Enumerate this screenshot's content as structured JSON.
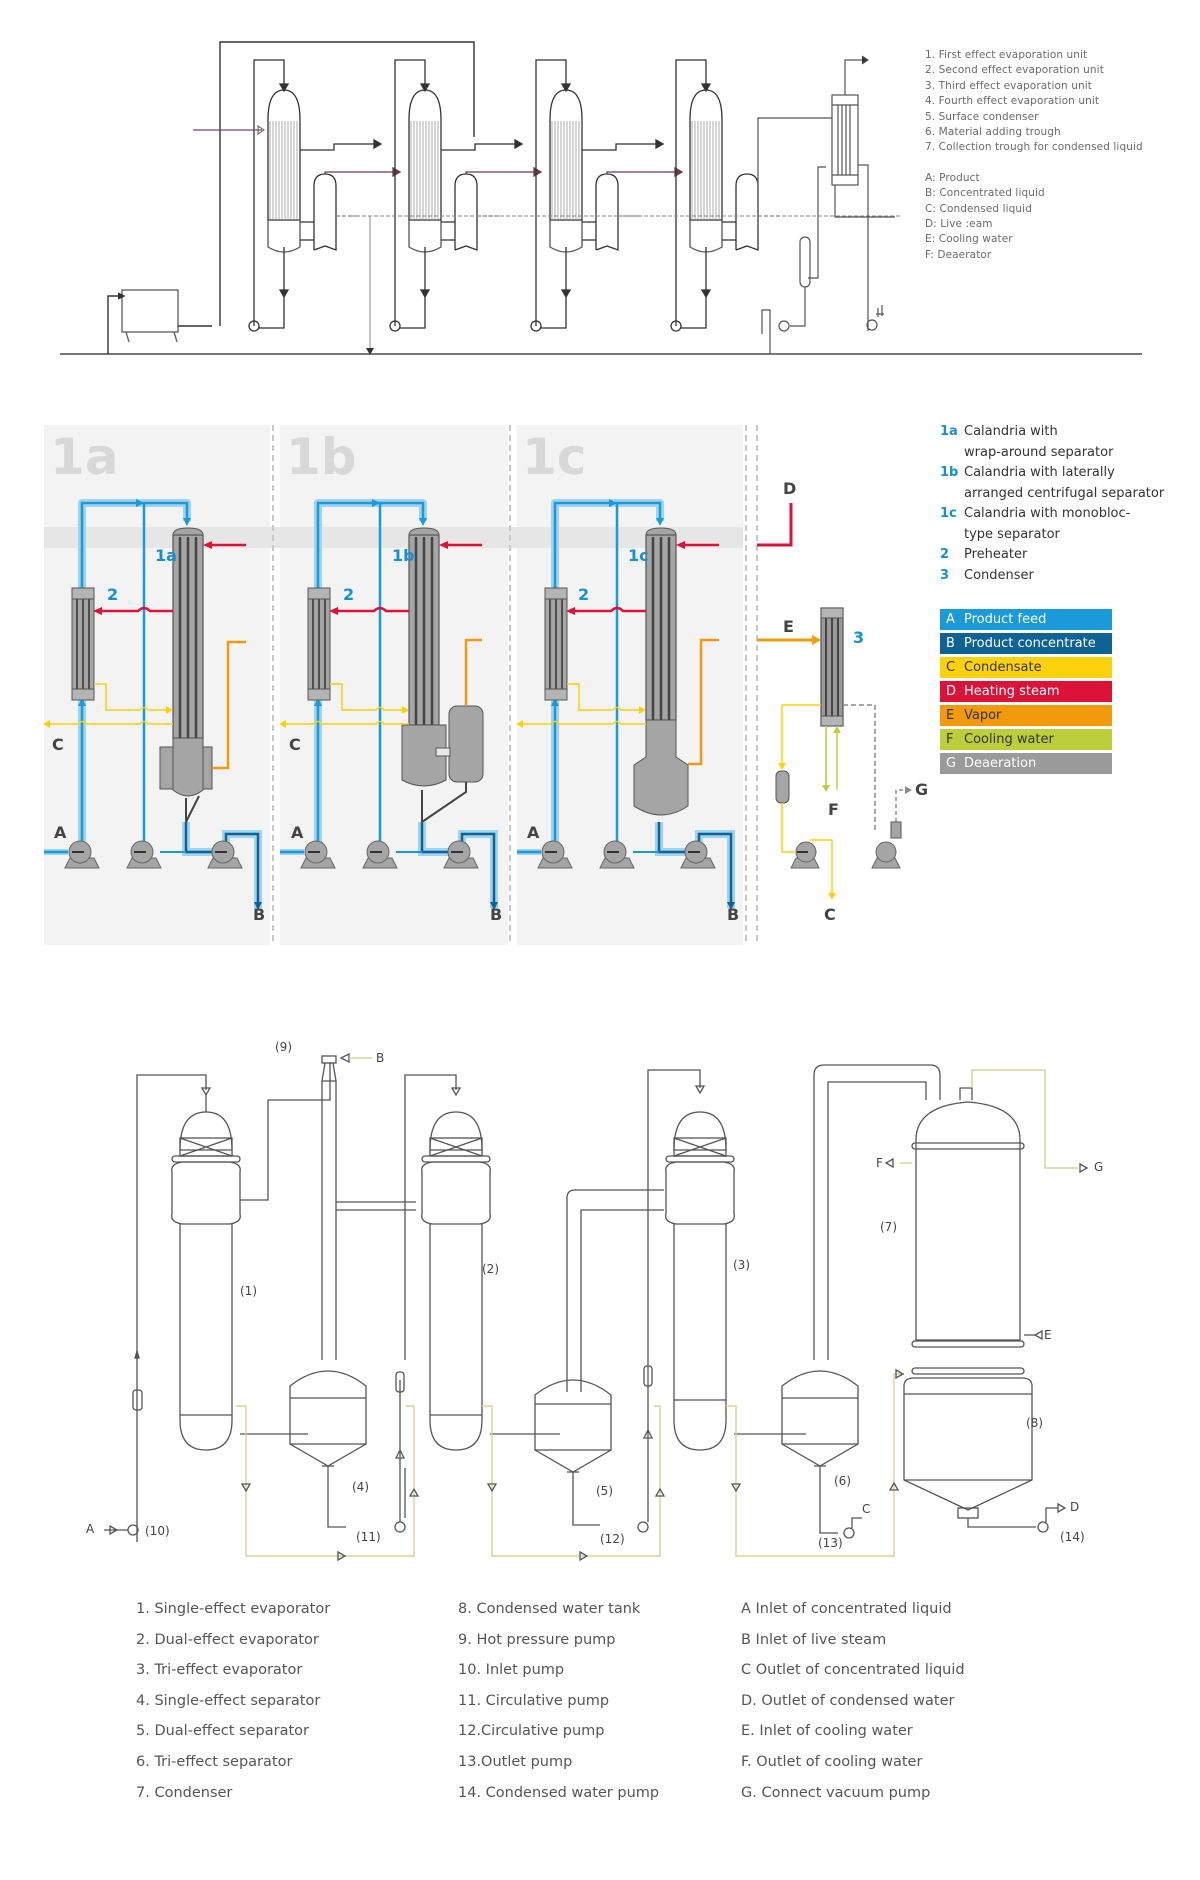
{
  "top_diagram": {
    "legend_units": [
      "1. First effect evaporation unit",
      "2. Second effect evaporation unit",
      "3. Third effect evaporation unit",
      "4. Fourth effect evaporation unit",
      "5. Surface condenser",
      "6. Material adding trough",
      "7. Collection trough for condensed liquid"
    ],
    "legend_streams": [
      "A: Product",
      "B: Concentrated liquid",
      "C: Condensed liquid",
      "D: Live :eam",
      "E: Cooling water",
      "F: Deaerator"
    ]
  },
  "middle_diagram": {
    "panels": [
      {
        "big_label": "1a",
        "unit_label": "1a",
        "preheater_label": "2",
        "feed_label": "A",
        "concentrate_label": "B",
        "condensate_label": "C"
      },
      {
        "big_label": "1b",
        "unit_label": "1b",
        "preheater_label": "2",
        "feed_label": "A",
        "concentrate_label": "B",
        "condensate_label": "C"
      },
      {
        "big_label": "1c",
        "unit_label": "1c",
        "preheater_label": "2",
        "feed_label": "A",
        "concentrate_label": "B",
        "condensate_label": ""
      }
    ],
    "condenser_section": {
      "steam_label": "D",
      "vapor_label": "E",
      "condenser_label": "3",
      "cooling_label": "F",
      "deaeration_label": "G",
      "condensate_label": "C"
    },
    "legend": [
      {
        "num": "1a",
        "lines": [
          "Calandria with",
          "wrap-around separator"
        ]
      },
      {
        "num": "1b",
        "lines": [
          "Calandria with laterally",
          "arranged centrifugal separator"
        ]
      },
      {
        "num": "1c",
        "lines": [
          "Calandria with monobloc-",
          "type separator"
        ]
      },
      {
        "num": "2",
        "lines": [
          "Preheater"
        ]
      },
      {
        "num": "3",
        "lines": [
          "Condenser"
        ]
      }
    ],
    "color_key": [
      {
        "letter": "A",
        "label": "Product feed",
        "color": "#1a9ad6",
        "text_color": "#ffffff"
      },
      {
        "letter": "B",
        "label": "Product concentrate",
        "color": "#0f6294",
        "text_color": "#ffffff"
      },
      {
        "letter": "C",
        "label": "Condensate",
        "color": "#fdd20b",
        "text_color": "#333333"
      },
      {
        "letter": "D",
        "label": "Heating steam",
        "color": "#dc1238",
        "text_color": "#ffffff"
      },
      {
        "letter": "E",
        "label": "Vapor",
        "color": "#f29a0c",
        "text_color": "#333333"
      },
      {
        "letter": "F",
        "label": "Cooling water",
        "color": "#bccf3a",
        "text_color": "#333333"
      },
      {
        "letter": "G",
        "label": "Deaeration",
        "color": "#9a9a9a",
        "text_color": "#ffffff"
      }
    ]
  },
  "bottom_diagram": {
    "tags": {
      "t1": "(1)",
      "t2": "(2)",
      "t3": "(3)",
      "t4": "(4)",
      "t5": "(5)",
      "t6": "(6)",
      "t7": "(7)",
      "t8": "(8)",
      "t9": "(9)",
      "t10": "(10)",
      "t11": "(11)",
      "t12": "(12)",
      "t13": "(13)",
      "t14": "(14)",
      "A": "A",
      "B": "B",
      "C": "C",
      "D": "D",
      "E": "E",
      "F": "F",
      "G": "G"
    },
    "legend_col1": [
      "1. Single-effect evaporator",
      "2. Dual-effect evaporator",
      "3. Tri-effect evaporator",
      "4. Single-effect separator",
      "5. Dual-effect separator",
      "6. Tri-effect separator",
      "7. Condenser"
    ],
    "legend_col2": [
      "8. Condensed water tank",
      "9. Hot pressure pump",
      "10. Inlet pump",
      "11. Circulative pump",
      "12.Circulative pump",
      "13.Outlet pump",
      "14. Condensed water pump"
    ],
    "legend_col3": [
      "A  Inlet of concentrated liquid",
      "B Inlet of live steam",
      "C Outlet of concentrated liquid",
      "D. Outlet of condensed water",
      "E. Inlet of cooling water",
      "F. Outlet of cooling water",
      "G. Connect vacuum pump"
    ]
  }
}
